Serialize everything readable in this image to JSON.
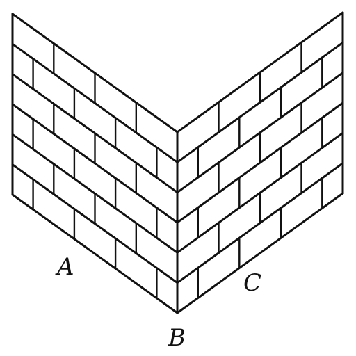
{
  "labels": {
    "a": "A",
    "b": "B",
    "c": "C"
  },
  "wall": {
    "rows_per_face": 6,
    "bricks_per_row": 4,
    "line_color": "#111111",
    "background": "#ffffff"
  }
}
